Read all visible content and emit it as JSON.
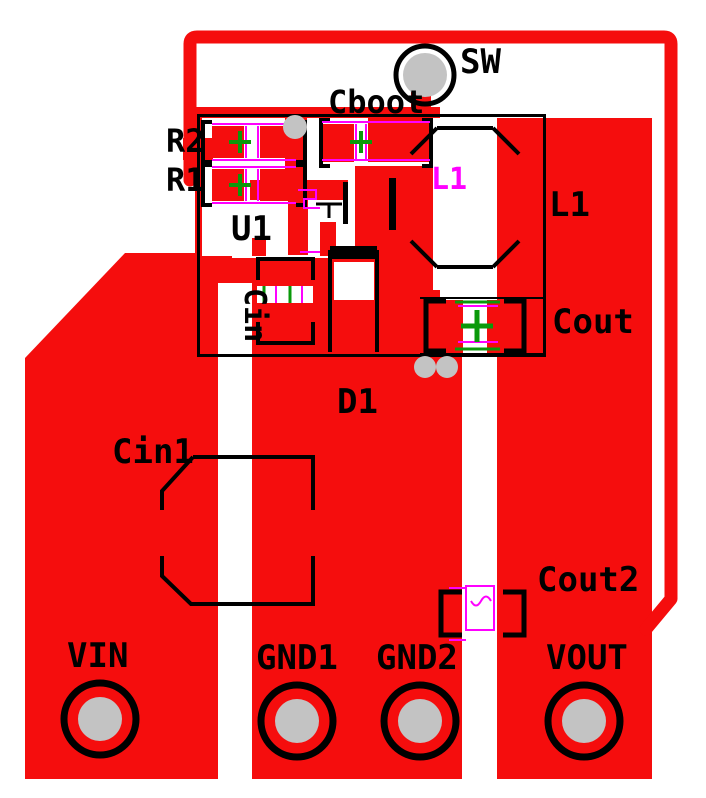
{
  "board": {
    "description": "PCB copper top layer layout of a buck converter module",
    "colors": {
      "copper": "#f50d0d",
      "drill_gray": "#c3c3c3",
      "silk_black": "#000000",
      "silk_magenta": "#ff00ff",
      "mark_green": "#0a990a",
      "background": "#ffffff"
    },
    "silkscreen": {
      "sw": "SW",
      "cboot": "Cboot",
      "r2": "R2",
      "r1": "R1",
      "u1": "U1",
      "l1_inner": "L1",
      "l1": "L1",
      "cin": "Cin",
      "cout": "Cout",
      "d1": "D1",
      "cin1": "Cin1",
      "cout2": "Cout2"
    },
    "terminals": {
      "vin": "VIN",
      "gnd1": "GND1",
      "gnd2": "GND2",
      "vout": "VOUT"
    }
  }
}
